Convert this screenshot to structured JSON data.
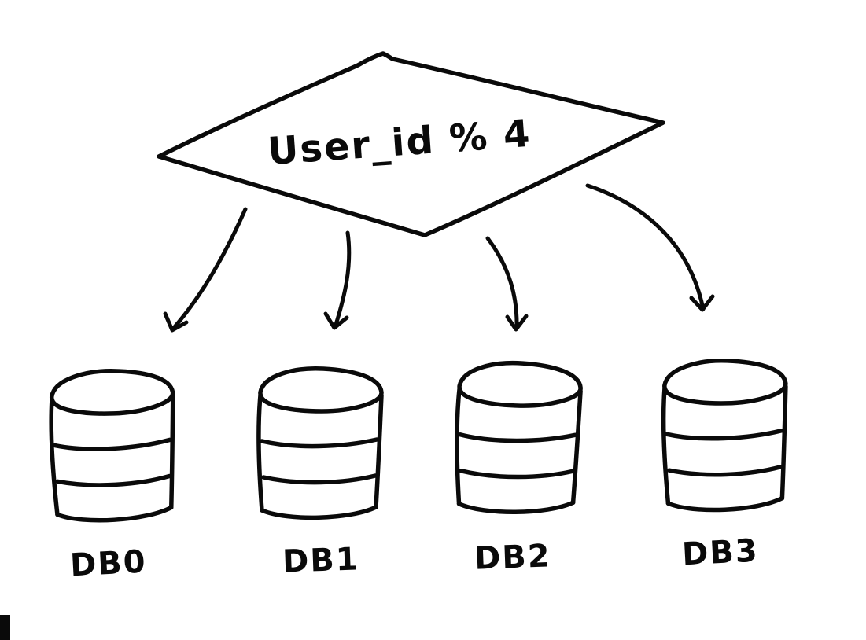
{
  "colors": {
    "ink": "#0a0a0a",
    "background": "#ffffff"
  },
  "decision": {
    "label": "User_id % 4"
  },
  "databases": [
    {
      "label": "DB0"
    },
    {
      "label": "DB1"
    },
    {
      "label": "DB2"
    },
    {
      "label": "DB3"
    }
  ]
}
